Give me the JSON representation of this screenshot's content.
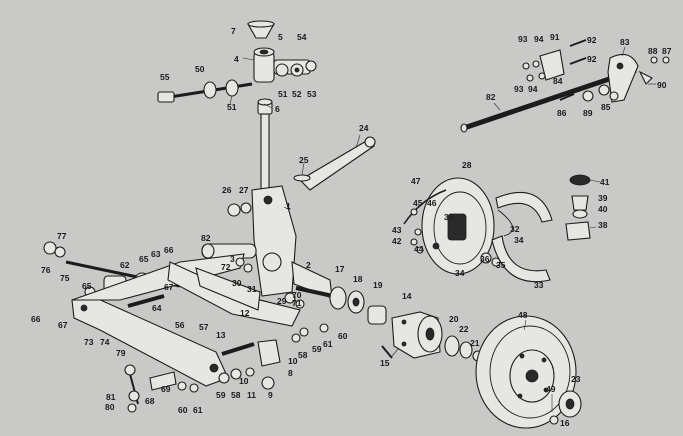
{
  "part_labels": {
    "p1": "1",
    "p2": "2",
    "p3": "3",
    "p4": "4",
    "p5": "5",
    "p6": "6",
    "p7": "7",
    "p8": "8",
    "p9": "9",
    "p10a": "10",
    "p10b": "10",
    "p11": "11",
    "p12": "12",
    "p13": "13",
    "p14": "14",
    "p15": "15",
    "p16": "16",
    "p17": "17",
    "p18": "18",
    "p19": "19",
    "p20": "20",
    "p21": "21",
    "p22": "22",
    "p23": "23",
    "p24": "24",
    "p25": "25",
    "p26": "26",
    "p27": "27",
    "p28": "28",
    "p29": "29",
    "p30": "30",
    "p31": "31",
    "p32": "32",
    "p33": "33",
    "p34a": "34",
    "p34b": "34",
    "p35": "35",
    "p36": "36",
    "p37": "37",
    "p38": "38",
    "p39": "39",
    "p40": "40",
    "p41": "41",
    "p42": "42",
    "p43": "43",
    "p44": "44",
    "p45": "45",
    "p46": "46",
    "p47": "47",
    "p48": "48",
    "p49": "49",
    "p50": "50",
    "p51a": "51",
    "p51b": "51",
    "p52": "52",
    "p53": "53",
    "p54": "54",
    "p55": "55",
    "p56": "56",
    "p57": "57",
    "p58a": "58",
    "p58b": "58",
    "p59a": "59",
    "p59b": "59",
    "p60a": "60",
    "p60b": "60",
    "p61a": "61",
    "p61b": "61",
    "p62": "62",
    "p63": "63",
    "p64": "64",
    "p65a": "65",
    "p65b": "65",
    "p66a": "66",
    "p66b": "66",
    "p67a": "67",
    "p67b": "67",
    "p68": "68",
    "p69": "69",
    "p70": "70",
    "p71": "71",
    "p72": "72",
    "p73": "73",
    "p74": "74",
    "p75": "75",
    "p76": "76",
    "p77": "77",
    "p79": "79",
    "p80": "80",
    "p81": "81",
    "p82a": "82",
    "p82b": "82",
    "p83": "83",
    "p84": "84",
    "p85": "85",
    "p86": "86",
    "p87": "87",
    "p88": "88",
    "p89": "89",
    "p90": "90",
    "p91": "91",
    "p92a": "92",
    "p92b": "92",
    "p93a": "93",
    "p93b": "93",
    "p94a": "94",
    "p94b": "94"
  },
  "colors": {
    "paper": "#c9cac7",
    "ink": "#1c1c1c",
    "part_fill": "#e6e6e3"
  }
}
